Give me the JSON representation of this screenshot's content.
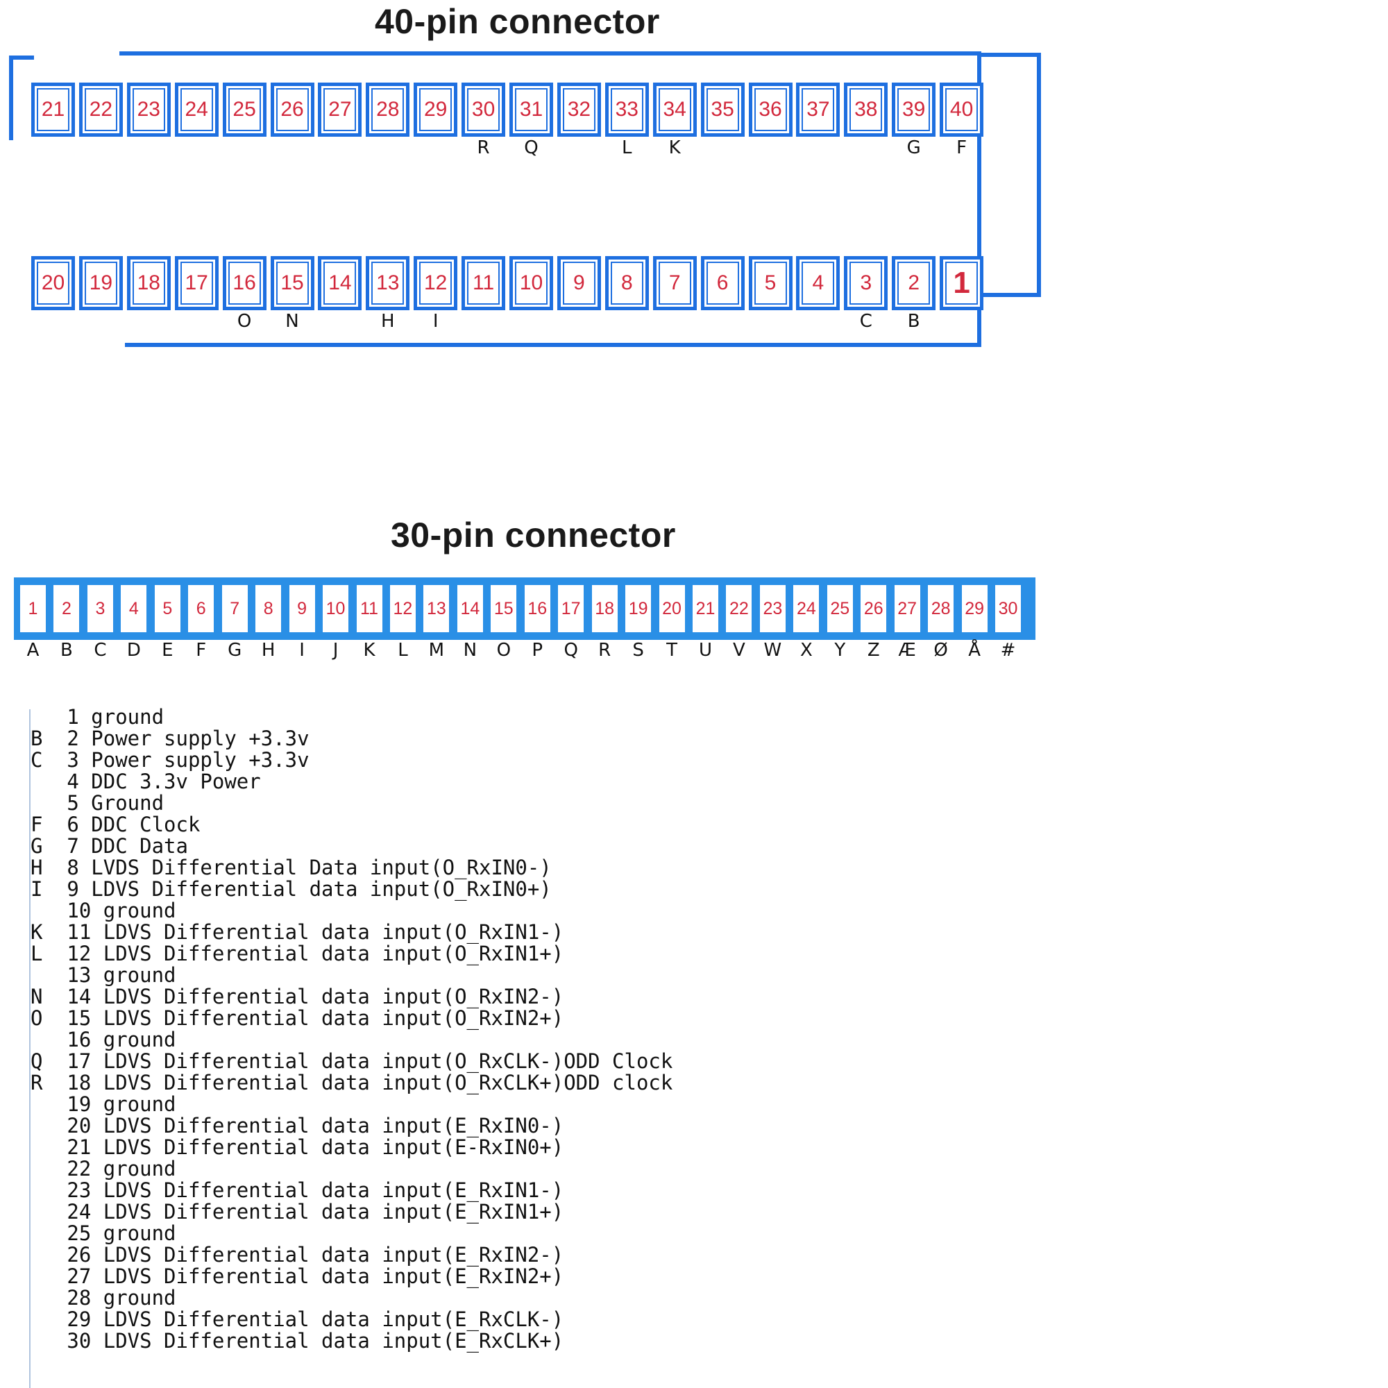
{
  "connector40": {
    "title": "40-pin connector",
    "top_row": [
      {
        "pin": "21",
        "label": ""
      },
      {
        "pin": "22",
        "label": ""
      },
      {
        "pin": "23",
        "label": ""
      },
      {
        "pin": "24",
        "label": ""
      },
      {
        "pin": "25",
        "label": ""
      },
      {
        "pin": "26",
        "label": ""
      },
      {
        "pin": "27",
        "label": ""
      },
      {
        "pin": "28",
        "label": ""
      },
      {
        "pin": "29",
        "label": ""
      },
      {
        "pin": "30",
        "label": "R"
      },
      {
        "pin": "31",
        "label": "Q"
      },
      {
        "pin": "32",
        "label": ""
      },
      {
        "pin": "33",
        "label": "L"
      },
      {
        "pin": "34",
        "label": "K"
      },
      {
        "pin": "35",
        "label": ""
      },
      {
        "pin": "36",
        "label": ""
      },
      {
        "pin": "37",
        "label": ""
      },
      {
        "pin": "38",
        "label": ""
      },
      {
        "pin": "39",
        "label": "G"
      },
      {
        "pin": "40",
        "label": "F"
      }
    ],
    "bottom_row": [
      {
        "pin": "20",
        "label": ""
      },
      {
        "pin": "19",
        "label": ""
      },
      {
        "pin": "18",
        "label": ""
      },
      {
        "pin": "17",
        "label": ""
      },
      {
        "pin": "16",
        "label": "O"
      },
      {
        "pin": "15",
        "label": "N"
      },
      {
        "pin": "14",
        "label": ""
      },
      {
        "pin": "13",
        "label": "H"
      },
      {
        "pin": "12",
        "label": "I"
      },
      {
        "pin": "11",
        "label": ""
      },
      {
        "pin": "10",
        "label": ""
      },
      {
        "pin": "9",
        "label": ""
      },
      {
        "pin": "8",
        "label": ""
      },
      {
        "pin": "7",
        "label": ""
      },
      {
        "pin": "6",
        "label": ""
      },
      {
        "pin": "5",
        "label": ""
      },
      {
        "pin": "4",
        "label": ""
      },
      {
        "pin": "3",
        "label": "C"
      },
      {
        "pin": "2",
        "label": "B"
      },
      {
        "pin": "1",
        "label": ""
      }
    ]
  },
  "connector30": {
    "title": "30-pin connector",
    "pins": [
      {
        "pin": "1",
        "label": "A"
      },
      {
        "pin": "2",
        "label": "B"
      },
      {
        "pin": "3",
        "label": "C"
      },
      {
        "pin": "4",
        "label": "D"
      },
      {
        "pin": "5",
        "label": "E"
      },
      {
        "pin": "6",
        "label": "F"
      },
      {
        "pin": "7",
        "label": "G"
      },
      {
        "pin": "8",
        "label": "H"
      },
      {
        "pin": "9",
        "label": "I"
      },
      {
        "pin": "10",
        "label": "J"
      },
      {
        "pin": "11",
        "label": "K"
      },
      {
        "pin": "12",
        "label": "L"
      },
      {
        "pin": "13",
        "label": "M"
      },
      {
        "pin": "14",
        "label": "N"
      },
      {
        "pin": "15",
        "label": "O"
      },
      {
        "pin": "16",
        "label": "P"
      },
      {
        "pin": "17",
        "label": "Q"
      },
      {
        "pin": "18",
        "label": "R"
      },
      {
        "pin": "19",
        "label": "S"
      },
      {
        "pin": "20",
        "label": "T"
      },
      {
        "pin": "21",
        "label": "U"
      },
      {
        "pin": "22",
        "label": "V"
      },
      {
        "pin": "23",
        "label": "W"
      },
      {
        "pin": "24",
        "label": "X"
      },
      {
        "pin": "25",
        "label": "Y"
      },
      {
        "pin": "26",
        "label": "Z"
      },
      {
        "pin": "27",
        "label": "Æ"
      },
      {
        "pin": "28",
        "label": "Ø"
      },
      {
        "pin": "29",
        "label": "Å"
      },
      {
        "pin": "30",
        "label": "#"
      }
    ]
  },
  "pinout": [
    "   1 ground",
    "B  2 Power supply +3.3v",
    "C  3 Power supply +3.3v",
    "   4 DDC 3.3v Power",
    "   5 Ground",
    "F  6 DDC Clock",
    "G  7 DDC Data",
    "H  8 LVDS Differential Data input(O_RxIN0-)",
    "I  9 LDVS Differential data input(O_RxIN0+)",
    "   10 ground",
    "K  11 LDVS Differential data input(O_RxIN1-)",
    "L  12 LDVS Differential data input(O_RxIN1+)",
    "   13 ground",
    "N  14 LDVS Differential data input(O_RxIN2-)",
    "O  15 LDVS Differential data input(O_RxIN2+)",
    "   16 ground",
    "Q  17 LDVS Differential data input(O_RxCLK-)ODD Clock",
    "R  18 LDVS Differential data input(O_RxCLK+)ODD clock",
    "   19 ground",
    "   20 LDVS Differential data input(E_RxIN0-)",
    "   21 LDVS Differential data input(E-RxIN0+)",
    "   22 ground",
    "   23 LDVS Differential data input(E_RxIN1-)",
    "   24 LDVS Differential data input(E_RxIN1+)",
    "   25 ground",
    "   26 LDVS Differential data input(E_RxIN2-)",
    "   27 LDVS Differential data input(E_RxIN2+)",
    "   28 ground",
    "   29 LDVS Differential data input(E_RxCLK-)",
    "   30 LDVS Differential data input(E_RxCLK+)"
  ],
  "colors": {
    "frame": "#1e6fe0",
    "strip": "#2a8fe6",
    "pin_number": "#d2283c"
  }
}
